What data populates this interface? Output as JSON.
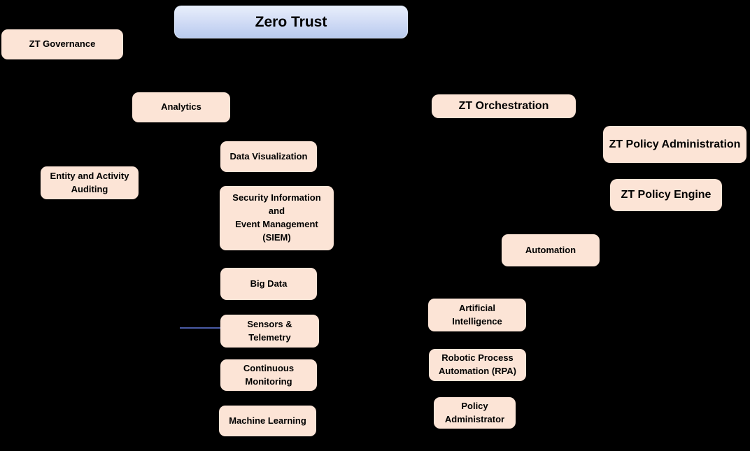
{
  "diagram": {
    "title": "Zero Trust",
    "root": {
      "label": "Zero Trust"
    },
    "nodes": [
      {
        "id": "zt-governance",
        "label": "ZT Governance"
      },
      {
        "id": "analytics",
        "label": "Analytics"
      },
      {
        "id": "zt-orchestration",
        "label": "ZT Orchestration"
      },
      {
        "id": "zt-policy-administration",
        "label": "ZT Policy Administration"
      },
      {
        "id": "data-visualization",
        "label": "Data Visualization"
      },
      {
        "id": "entity-activity-auditing",
        "label": "Entity and Activity\nAuditing"
      },
      {
        "id": "siem",
        "label": "Security Information\nand\nEvent Management\n(SIEM)"
      },
      {
        "id": "zt-policy-engine",
        "label": "ZT Policy Engine"
      },
      {
        "id": "automation",
        "label": "Automation"
      },
      {
        "id": "big-data",
        "label": "Big Data"
      },
      {
        "id": "artificial-intelligence",
        "label": "Artificial\nIntelligence"
      },
      {
        "id": "sensors-telemetry",
        "label": "Sensors &\nTelemetry"
      },
      {
        "id": "rpa",
        "label": "Robotic Process\nAutomation (RPA)"
      },
      {
        "id": "continuous-monitoring",
        "label": "Continuous\nMonitoring"
      },
      {
        "id": "policy-administrator",
        "label": "Policy\nAdministrator"
      },
      {
        "id": "machine-learning",
        "label": "Machine Learning"
      }
    ],
    "colors": {
      "background": "#000000",
      "node_fill": "#fce4d6",
      "node_text": "#000000",
      "root_gradient_top": "#e8eefb",
      "root_gradient_bottom": "#b9cbee",
      "connector": "#4a5ba6"
    }
  }
}
